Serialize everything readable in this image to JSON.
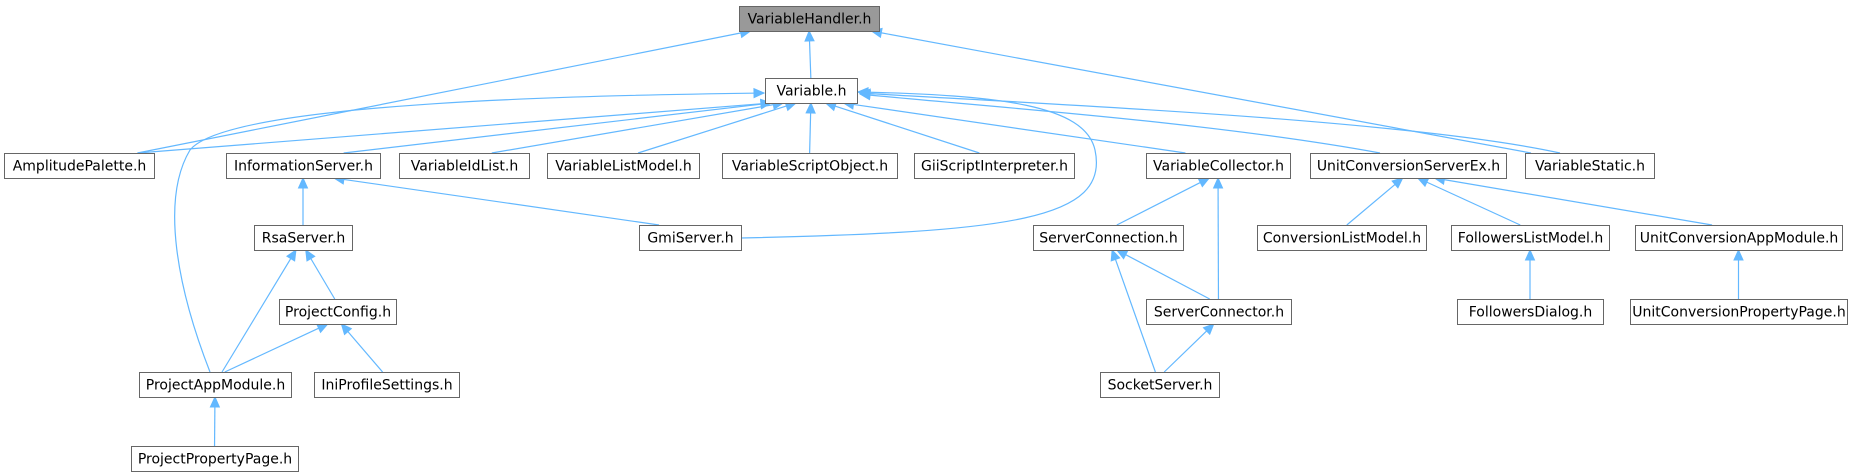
{
  "diagram": {
    "colors": {
      "edge": "#63b8ff",
      "root_fill": "#999999",
      "node_border": "#666666",
      "node_fill": "#ffffff"
    },
    "nodes": [
      {
        "id": "variablehandler",
        "label": "VariableHandler.h",
        "root": true
      },
      {
        "id": "variable",
        "label": "Variable.h"
      },
      {
        "id": "amplitudepalette",
        "label": "AmplitudePalette.h"
      },
      {
        "id": "informationserver",
        "label": "InformationServer.h"
      },
      {
        "id": "variableidlist",
        "label": "VariableIdList.h"
      },
      {
        "id": "variablelistmodel",
        "label": "VariableListModel.h"
      },
      {
        "id": "variablescriptobject",
        "label": "VariableScriptObject.h"
      },
      {
        "id": "giiscriptinterpreter",
        "label": "GiiScriptInterpreter.h"
      },
      {
        "id": "variablecollector",
        "label": "VariableCollector.h"
      },
      {
        "id": "unitconversionserverex",
        "label": "UnitConversionServerEx.h"
      },
      {
        "id": "variablestatic",
        "label": "VariableStatic.h"
      },
      {
        "id": "rsaserver",
        "label": "RsaServer.h"
      },
      {
        "id": "gmiserver",
        "label": "GmiServer.h"
      },
      {
        "id": "serverconnection",
        "label": "ServerConnection.h"
      },
      {
        "id": "conversionlistmodel",
        "label": "ConversionListModel.h"
      },
      {
        "id": "followerslistmodel",
        "label": "FollowersListModel.h"
      },
      {
        "id": "unitconversionappmodule",
        "label": "UnitConversionAppModule.h"
      },
      {
        "id": "projectconfig",
        "label": "ProjectConfig.h"
      },
      {
        "id": "serverconnector",
        "label": "ServerConnector.h"
      },
      {
        "id": "followersdialog",
        "label": "FollowersDialog.h"
      },
      {
        "id": "unitconversionpropertypage",
        "label": "UnitConversionPropertyPage.h"
      },
      {
        "id": "projectappmodule",
        "label": "ProjectAppModule.h"
      },
      {
        "id": "iniprofilesettings",
        "label": "IniProfileSettings.h"
      },
      {
        "id": "socketserver",
        "label": "SocketServer.h"
      },
      {
        "id": "projectpropertypage",
        "label": "ProjectPropertyPage.h"
      }
    ],
    "edges": [
      {
        "from": "variable",
        "to": "variablehandler"
      },
      {
        "from": "amplitudepalette",
        "to": "variablehandler"
      },
      {
        "from": "variablestatic",
        "to": "variablehandler"
      },
      {
        "from": "amplitudepalette",
        "to": "variable"
      },
      {
        "from": "informationserver",
        "to": "variable"
      },
      {
        "from": "variableidlist",
        "to": "variable"
      },
      {
        "from": "variablelistmodel",
        "to": "variable"
      },
      {
        "from": "variablescriptobject",
        "to": "variable"
      },
      {
        "from": "giiscriptinterpreter",
        "to": "variable"
      },
      {
        "from": "variablecollector",
        "to": "variable"
      },
      {
        "from": "unitconversionserverex",
        "to": "variable"
      },
      {
        "from": "variablestatic",
        "to": "variable"
      },
      {
        "from": "gmiserver",
        "to": "variable"
      },
      {
        "from": "projectappmodule",
        "to": "variable"
      },
      {
        "from": "rsaserver",
        "to": "informationserver"
      },
      {
        "from": "gmiserver",
        "to": "informationserver"
      },
      {
        "from": "projectconfig",
        "to": "rsaserver"
      },
      {
        "from": "projectappmodule",
        "to": "rsaserver"
      },
      {
        "from": "projectappmodule",
        "to": "projectconfig"
      },
      {
        "from": "iniprofilesettings",
        "to": "projectconfig"
      },
      {
        "from": "projectpropertypage",
        "to": "projectappmodule"
      },
      {
        "from": "serverconnection",
        "to": "variablecollector"
      },
      {
        "from": "serverconnector",
        "to": "variablecollector"
      },
      {
        "from": "serverconnector",
        "to": "serverconnection"
      },
      {
        "from": "socketserver",
        "to": "serverconnection"
      },
      {
        "from": "socketserver",
        "to": "serverconnector"
      },
      {
        "from": "conversionlistmodel",
        "to": "unitconversionserverex"
      },
      {
        "from": "followerslistmodel",
        "to": "unitconversionserverex"
      },
      {
        "from": "unitconversionappmodule",
        "to": "unitconversionserverex"
      },
      {
        "from": "followersdialog",
        "to": "followerslistmodel"
      },
      {
        "from": "unitconversionpropertypage",
        "to": "unitconversionappmodule"
      }
    ]
  }
}
